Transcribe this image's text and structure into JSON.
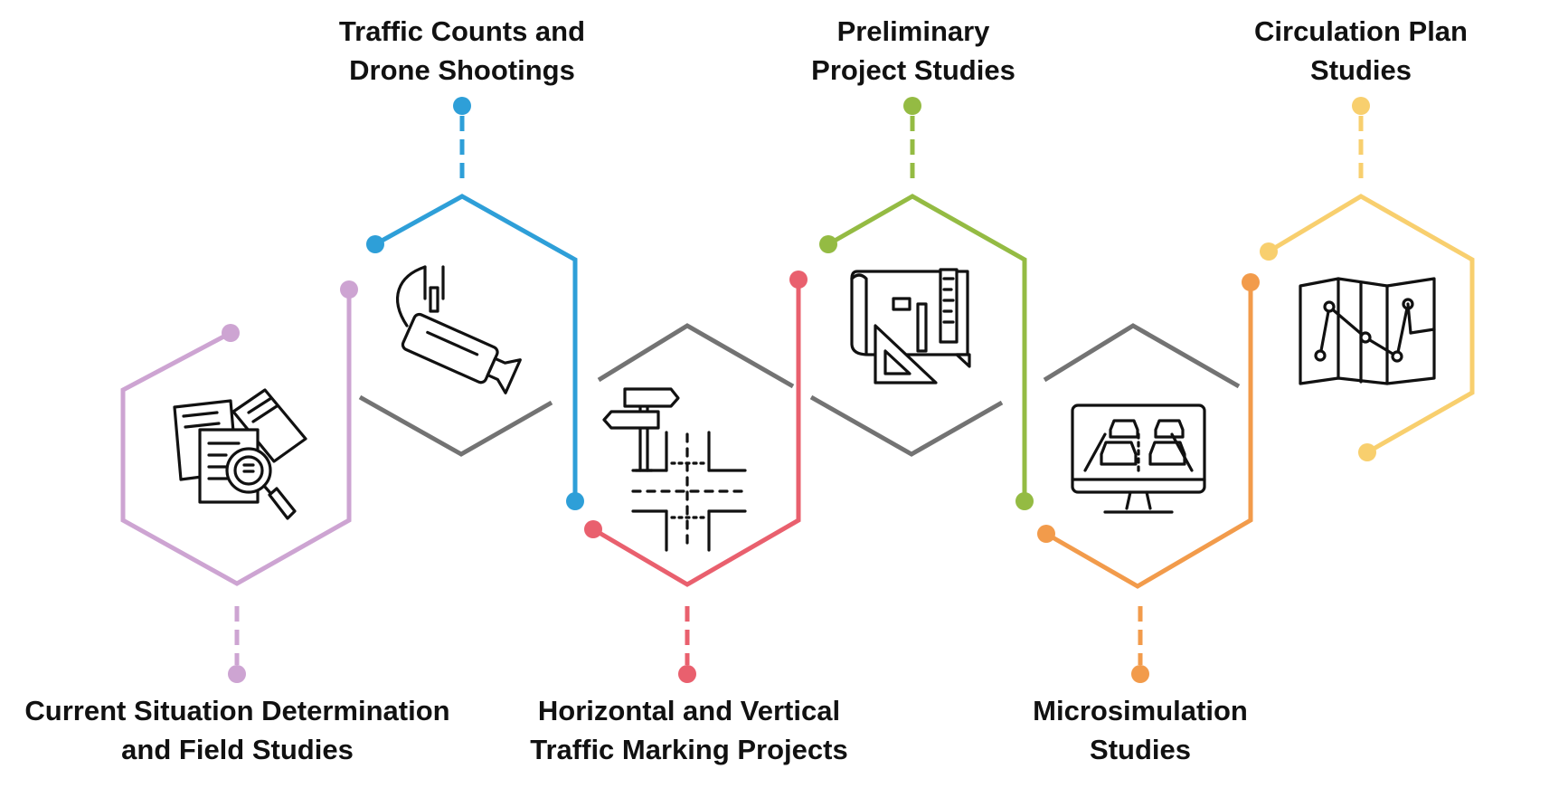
{
  "steps": [
    {
      "key": "current",
      "line1": "Current Situation Determination",
      "line2": "and Field Studies",
      "color": "#cda4d2",
      "icon": "documents-search-icon"
    },
    {
      "key": "traffic",
      "line1": "Traffic Counts and",
      "line2": "Drone Shootings",
      "color": "#2e9fd8",
      "icon": "security-camera-icon"
    },
    {
      "key": "marking",
      "line1": "Horizontal and Vertical",
      "line2": "Traffic Marking Projects",
      "color": "#e9606e",
      "icon": "intersection-signpost-icon"
    },
    {
      "key": "prelim",
      "line1": "Preliminary",
      "line2": "Project Studies",
      "color": "#94bb43",
      "icon": "blueprint-tools-icon"
    },
    {
      "key": "microsim",
      "line1": "Microsimulation",
      "line2": "Studies",
      "color": "#f29b4b",
      "icon": "traffic-monitor-icon"
    },
    {
      "key": "circ",
      "line1": "Circulation Plan",
      "line2": "Studies",
      "color": "#f8cf6e",
      "icon": "route-map-icon"
    }
  ],
  "connector_color": "#737373"
}
